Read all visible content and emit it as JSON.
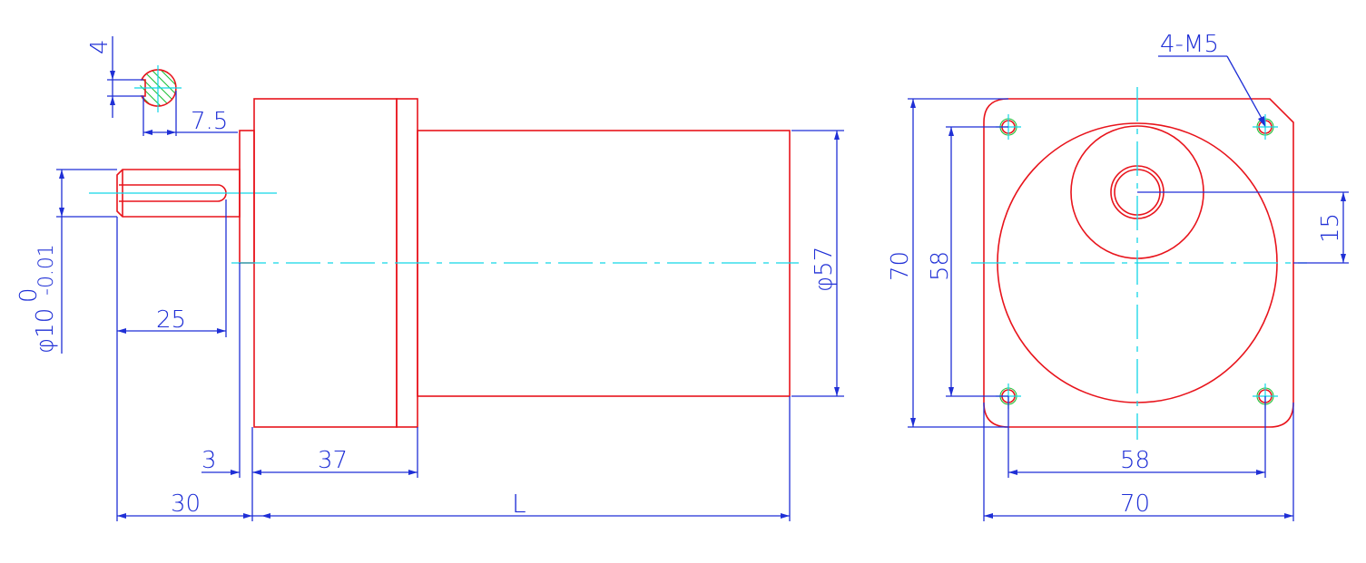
{
  "colors": {
    "part_outline": "#e8141c",
    "dimension": "#1f2fd6",
    "centerline": "#12d6e6",
    "hatch": "#21c23a",
    "background": "#ffffff"
  },
  "side_view": {
    "key_width": "4",
    "key_depth": "7.5",
    "shaft_diameter_base": "φ10",
    "shaft_tol_upper": "0",
    "shaft_tol_lower": "-0.01",
    "key_length": "25",
    "body_diameter": "φ57",
    "flange_thickness": "3",
    "gearbox_length": "37",
    "shaft_length": "30",
    "motor_length": "L"
  },
  "front_view": {
    "holes_callout": "4-M5",
    "shaft_offset": "15",
    "hole_spacing_vertical": "58",
    "flange_height": "70",
    "hole_spacing_horizontal": "58",
    "flange_width": "70"
  }
}
